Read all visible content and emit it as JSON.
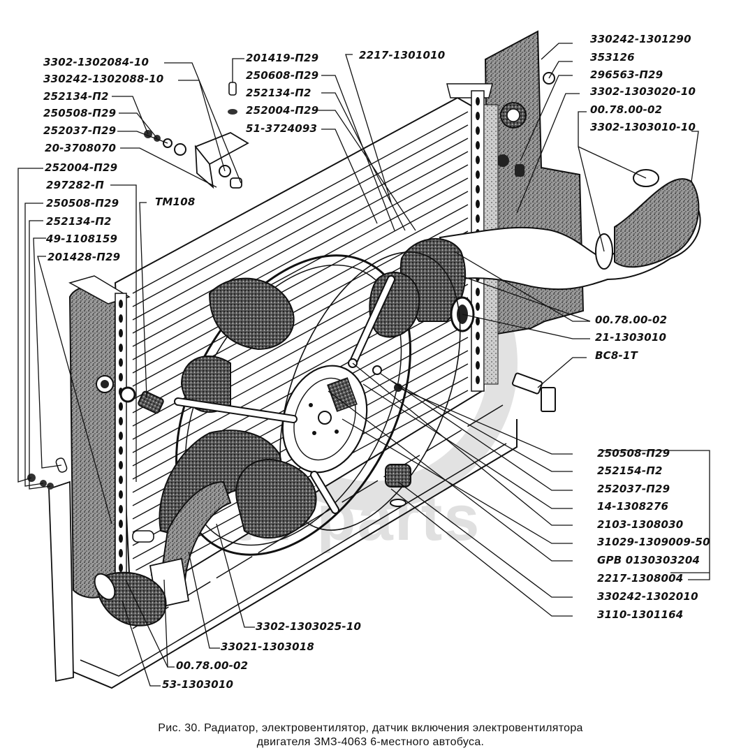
{
  "figure": {
    "caption_line1": "Рис. 30. Радиатор, электровентилятор, датчик включения электровентилятора",
    "caption_line2": "двигателя ЗМЗ-4063   6-местного автобуса.",
    "watermark": "td-parts"
  },
  "components": [
    "radiator-core",
    "left-tank",
    "right-tank",
    "fan-shroud",
    "fan-blades",
    "fan-motor",
    "upper-hose",
    "lower-hose",
    "expansion-bracket",
    "drain-tap",
    "temperature-sensor",
    "rubber-mount"
  ],
  "labels": [
    {
      "id": "l1",
      "text": "3302-1302084-10"
    },
    {
      "id": "l2",
      "text": "330242-1302088-10"
    },
    {
      "id": "l3",
      "text": "252134-П2"
    },
    {
      "id": "l4",
      "text": "250508-П29"
    },
    {
      "id": "l5",
      "text": "252037-П29"
    },
    {
      "id": "l6",
      "text": "20-3708070"
    },
    {
      "id": "l7",
      "text": "252004-П29"
    },
    {
      "id": "l8",
      "text": "297282-П"
    },
    {
      "id": "l9",
      "text": "250508-П29"
    },
    {
      "id": "l10",
      "text": "252134-П2"
    },
    {
      "id": "l11",
      "text": "49-1108159"
    },
    {
      "id": "l12",
      "text": "201428-П29"
    },
    {
      "id": "l13",
      "text": "ТМ108"
    },
    {
      "id": "l14",
      "text": "201419-П29"
    },
    {
      "id": "l15",
      "text": "250608-П29"
    },
    {
      "id": "l16",
      "text": "252134-П2"
    },
    {
      "id": "l17",
      "text": "252004-П29"
    },
    {
      "id": "l18",
      "text": "51-3724093"
    },
    {
      "id": "l19",
      "text": "2217-1301010"
    },
    {
      "id": "l20",
      "text": "330242-1301290"
    },
    {
      "id": "l21",
      "text": "353126"
    },
    {
      "id": "l22",
      "text": "296563-П29"
    },
    {
      "id": "l23",
      "text": "3302-1303020-10"
    },
    {
      "id": "l24",
      "text": "00.78.00-02"
    },
    {
      "id": "l25",
      "text": "3302-1303010-10"
    },
    {
      "id": "l26",
      "text": "00.78.00-02"
    },
    {
      "id": "l27",
      "text": "21-1303010"
    },
    {
      "id": "l28",
      "text": "ВС8-1Т"
    },
    {
      "id": "l29",
      "text": "250508-П29"
    },
    {
      "id": "l30",
      "text": "252154-П2"
    },
    {
      "id": "l31",
      "text": "252037-П29"
    },
    {
      "id": "l32",
      "text": "14-1308276"
    },
    {
      "id": "l33",
      "text": "2103-1308030"
    },
    {
      "id": "l34",
      "text": "31029-1309009-50"
    },
    {
      "id": "l35",
      "text": "GPB 0130303204"
    },
    {
      "id": "l36",
      "text": "2217-1308004"
    },
    {
      "id": "l37",
      "text": "330242-1302010"
    },
    {
      "id": "l38",
      "text": "3110-1301164"
    },
    {
      "id": "l39",
      "text": "3302-1303025-10"
    },
    {
      "id": "l40",
      "text": "33021-1303018"
    },
    {
      "id": "l41",
      "text": "00.78.00-02"
    },
    {
      "id": "l42",
      "text": "53-1303010"
    }
  ]
}
